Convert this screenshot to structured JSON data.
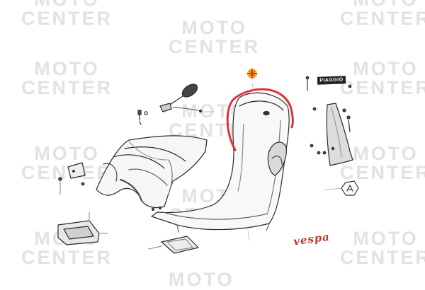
{
  "watermark": {
    "line1": "MOTO",
    "line2": "CENTER"
  },
  "badge_text": "PIAGGIO",
  "emblem_text": "vespa",
  "colors": {
    "watermark": "#e2e2e2",
    "line_art": "#2b2b2b",
    "highlight_trim": "#e0313b",
    "target_marker": "#e8c21a",
    "emblem": "#c0392b"
  },
  "highlighted_part": "red-rim-trim",
  "icons": [
    "target-marker-icon",
    "piaggio-hexagon-logo-icon"
  ]
}
